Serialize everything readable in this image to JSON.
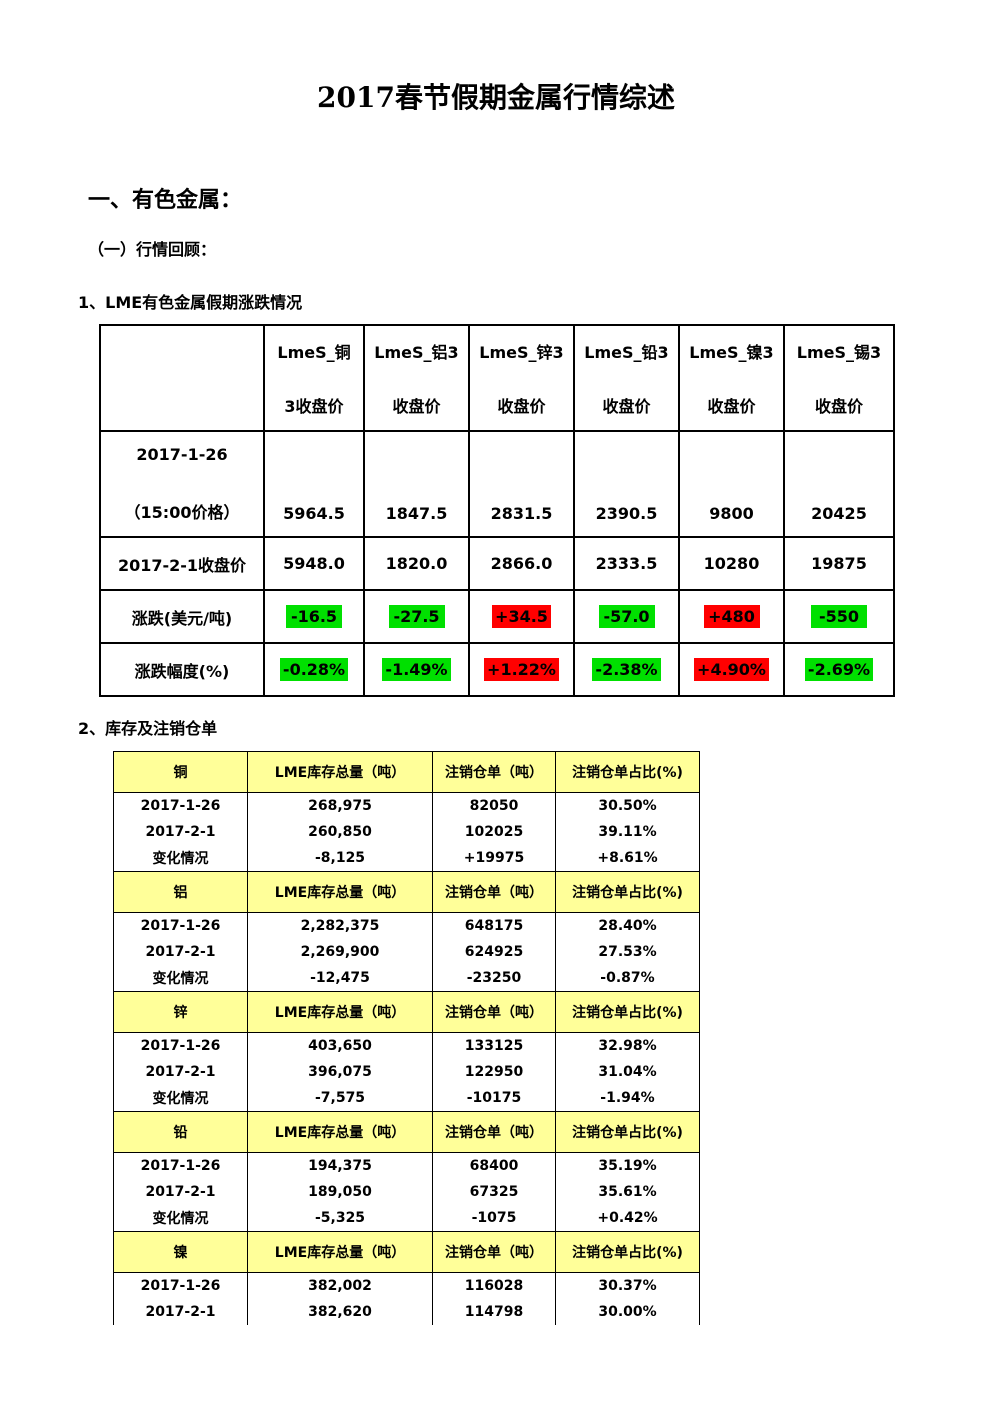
{
  "title": "2017春节假期金属行情综述",
  "section1": "一、有色金属：",
  "sub1": "（一）行情回顾：",
  "item1": "1、LME有色金属假期涨跌情况",
  "item2": "2、库存及注销仓单",
  "price_table": {
    "headers": [
      {
        "l1": "LmeS_铜",
        "l2": "3收盘价"
      },
      {
        "l1": "LmeS_铝3",
        "l2": "收盘价"
      },
      {
        "l1": "LmeS_锌3",
        "l2": "收盘价"
      },
      {
        "l1": "LmeS_铅3",
        "l2": "收盘价"
      },
      {
        "l1": "LmeS_镍3",
        "l2": "收盘价"
      },
      {
        "l1": "LmeS_锡3",
        "l2": "收盘价"
      }
    ],
    "row1_label_l1": "2017-1-26",
    "row1_label_l2": "（15:00价格）",
    "row1": [
      "5964.5",
      "1847.5",
      "2831.5",
      "2390.5",
      "9800",
      "20425"
    ],
    "row2_label": "2017-2-1收盘价",
    "row2": [
      "5948.0",
      "1820.0",
      "2866.0",
      "2333.5",
      "10280",
      "19875"
    ],
    "row3_label": "涨跌(美元/吨)",
    "row3": [
      "-16.5",
      "-27.5",
      "+34.5",
      "-57.0",
      "+480",
      "-550"
    ],
    "row4_label": "涨跌幅度(%)",
    "row4": [
      "-0.28%",
      "-1.49%",
      "+1.22%",
      "-2.38%",
      "+4.90%",
      "-2.69%"
    ],
    "colors": {
      "up": "#ff0000",
      "down": "#00e000"
    }
  },
  "stock_table": {
    "col_headers": [
      "LME库存总量（吨）",
      "注销仓单（吨）",
      "注销仓单占比(%)"
    ],
    "groups": [
      {
        "metal": "铜",
        "rows": [
          [
            "2017-1-26",
            "268,975",
            "82050",
            "30.50%"
          ],
          [
            "2017-2-1",
            "260,850",
            "102025",
            "39.11%"
          ],
          [
            "变化情况",
            "-8,125",
            "+19975",
            "+8.61%"
          ]
        ]
      },
      {
        "metal": "铝",
        "rows": [
          [
            "2017-1-26",
            "2,282,375",
            "648175",
            "28.40%"
          ],
          [
            "2017-2-1",
            "2,269,900",
            "624925",
            "27.53%"
          ],
          [
            "变化情况",
            "-12,475",
            "-23250",
            "-0.87%"
          ]
        ]
      },
      {
        "metal": "锌",
        "rows": [
          [
            "2017-1-26",
            "403,650",
            "133125",
            "32.98%"
          ],
          [
            "2017-2-1",
            "396,075",
            "122950",
            "31.04%"
          ],
          [
            "变化情况",
            "-7,575",
            "-10175",
            "-1.94%"
          ]
        ]
      },
      {
        "metal": "铅",
        "rows": [
          [
            "2017-1-26",
            "194,375",
            "68400",
            "35.19%"
          ],
          [
            "2017-2-1",
            "189,050",
            "67325",
            "35.61%"
          ],
          [
            "变化情况",
            "-5,325",
            "-1075",
            "+0.42%"
          ]
        ]
      },
      {
        "metal": "镍",
        "rows": [
          [
            "2017-1-26",
            "382,002",
            "116028",
            "30.37%"
          ],
          [
            "2017-2-1",
            "382,620",
            "114798",
            "30.00%"
          ]
        ]
      }
    ],
    "header_bg": "#ffff99"
  }
}
